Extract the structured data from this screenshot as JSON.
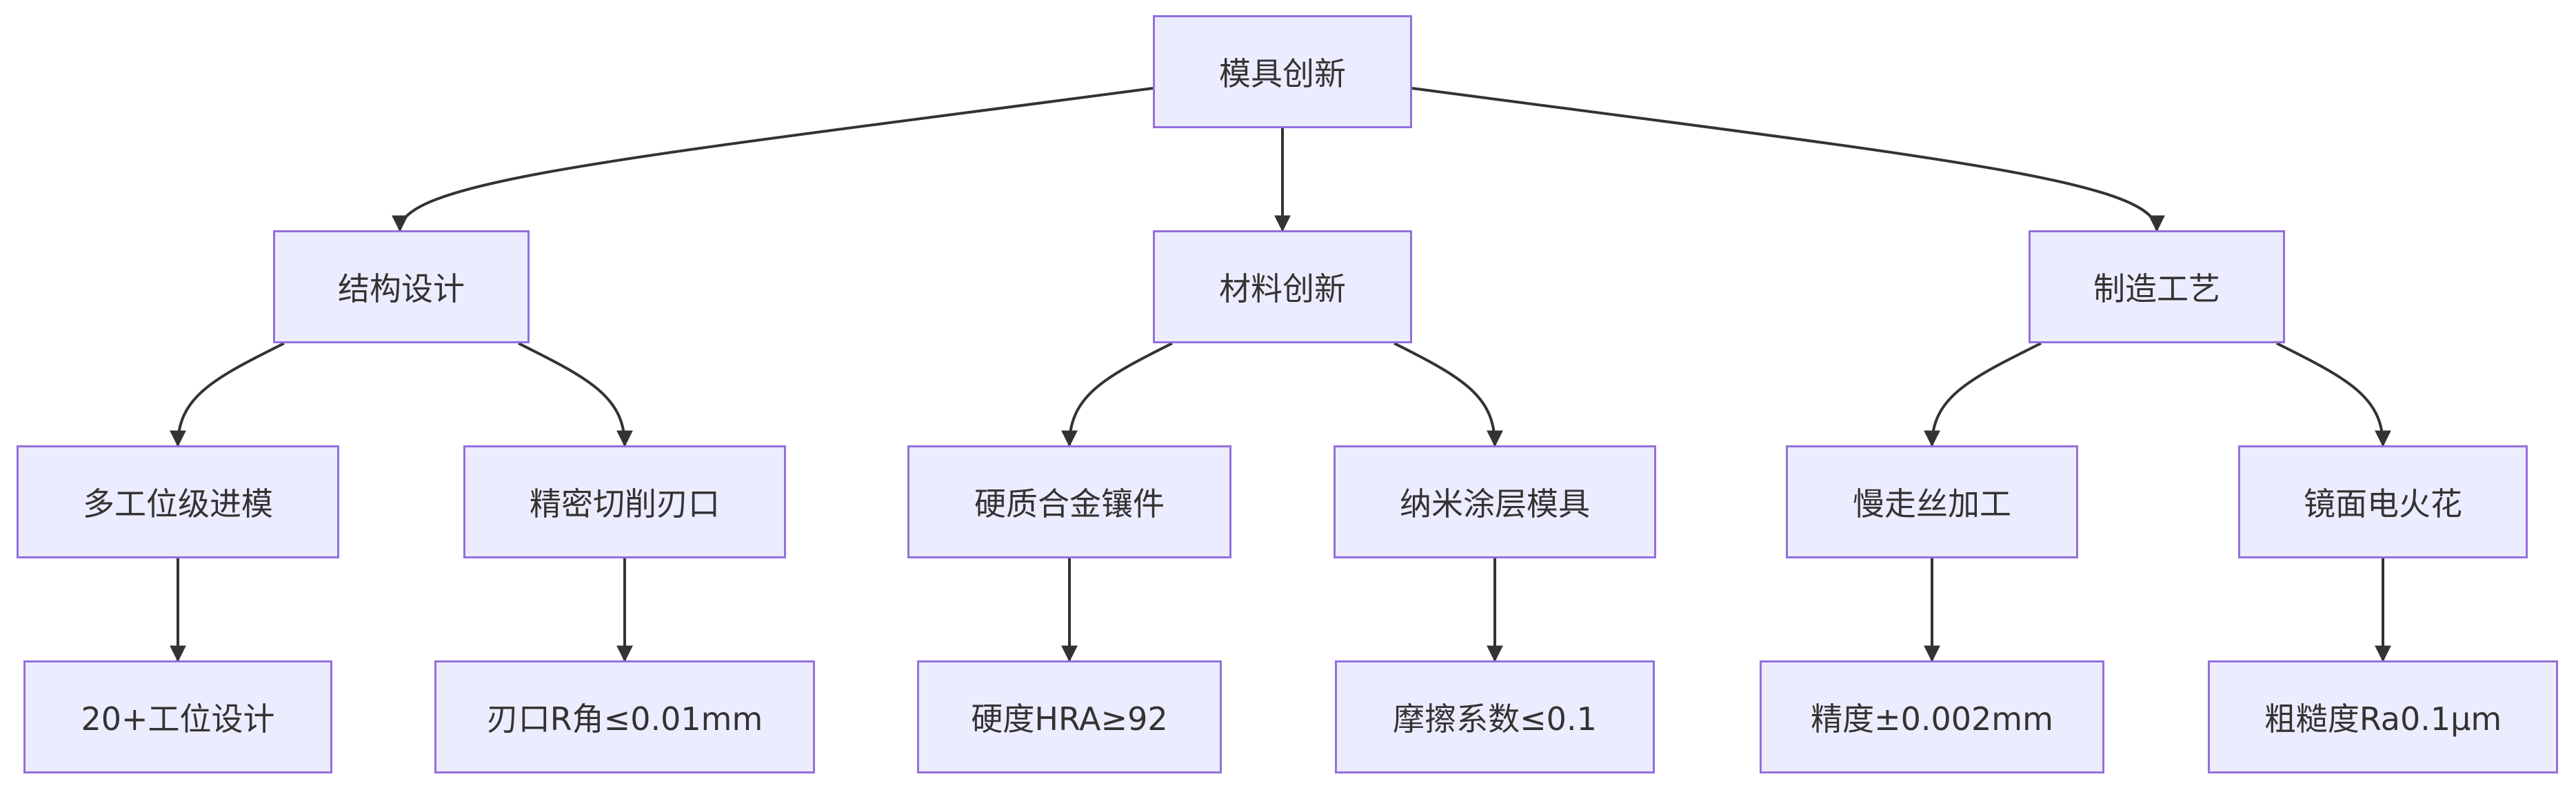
{
  "diagram": {
    "type": "tree-flowchart",
    "colors": {
      "node_fill": "#ececff",
      "node_border": "#9370db",
      "edge": "#333333",
      "text": "#333333"
    },
    "nodes": {
      "root": "模具创新",
      "structure": "结构设计",
      "material": "材料创新",
      "process": "制造工艺",
      "multi_station": "多工位级进模",
      "precision_edge": "精密切削刃口",
      "hard_alloy": "硬质合金镶件",
      "nano_coating": "纳米涂层模具",
      "slow_wire": "慢走丝加工",
      "mirror_edm": "镜面电火花",
      "station_design": "20+工位设计",
      "edge_radius": "刃口R角≤0.01mm",
      "hardness": "硬度HRA≥92",
      "friction": "摩擦系数≤0.1",
      "accuracy": "精度±0.002mm",
      "roughness": "粗糙度Ra0.1μm"
    },
    "edges": [
      [
        "root",
        "structure"
      ],
      [
        "root",
        "material"
      ],
      [
        "root",
        "process"
      ],
      [
        "structure",
        "multi_station"
      ],
      [
        "structure",
        "precision_edge"
      ],
      [
        "material",
        "hard_alloy"
      ],
      [
        "material",
        "nano_coating"
      ],
      [
        "process",
        "slow_wire"
      ],
      [
        "process",
        "mirror_edm"
      ],
      [
        "multi_station",
        "station_design"
      ],
      [
        "precision_edge",
        "edge_radius"
      ],
      [
        "hard_alloy",
        "hardness"
      ],
      [
        "nano_coating",
        "friction"
      ],
      [
        "slow_wire",
        "accuracy"
      ],
      [
        "mirror_edm",
        "roughness"
      ]
    ]
  }
}
